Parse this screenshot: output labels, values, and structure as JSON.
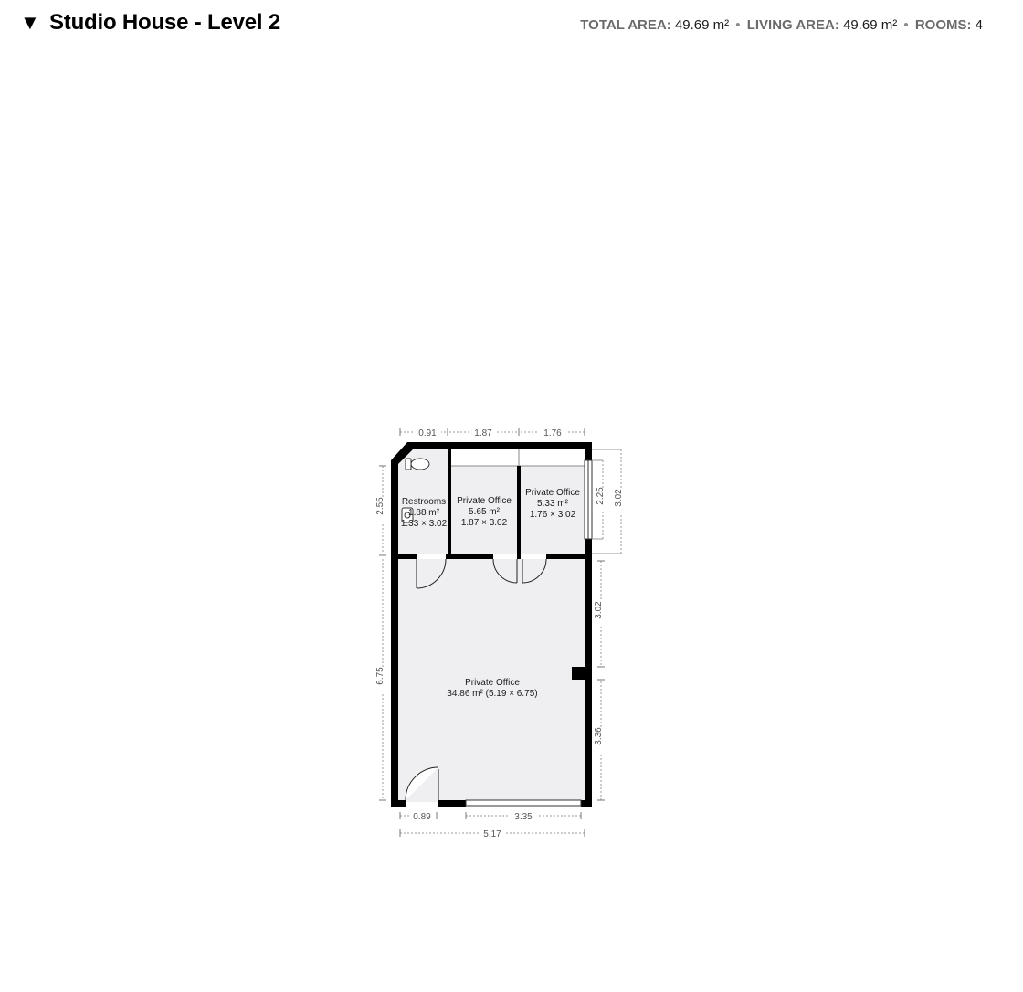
{
  "header": {
    "toggle_icon": "triangle-down-icon",
    "toggle_glyph": "▼",
    "title": "Studio House - Level 2",
    "stats": {
      "total_area_label": "TOTAL AREA:",
      "total_area_value": "49.69 m²",
      "living_area_label": "LIVING AREA:",
      "living_area_value": "49.69 m²",
      "rooms_label": "ROOMS:",
      "rooms_value": "4",
      "separator": "•"
    }
  },
  "rooms": {
    "restrooms": {
      "name": "Restrooms",
      "area": "1.88 m²",
      "size": "1.33 × 3.02"
    },
    "office_a": {
      "name": "Private Office",
      "area": "5.65 m²",
      "size": "1.87 × 3.02"
    },
    "office_b": {
      "name": "Private Office",
      "area": "5.33 m²",
      "size": "1.76 × 3.02"
    },
    "office_main": {
      "name": "Private Office",
      "area_size": "34.86 m² (5.19 × 6.75)"
    }
  },
  "dimensions": {
    "top_1": "0.91",
    "top_2": "1.87",
    "top_3": "1.76",
    "left_upper": "2.55",
    "left_lower": "6.75",
    "right_window": "2.25",
    "right_upper": "3.02",
    "right_mid": "3.02",
    "right_lower": "3.36",
    "bottom_door": "0.89",
    "bottom_window": "3.35",
    "bottom_total": "5.17"
  },
  "colors": {
    "wall": "#000000",
    "floor": "#efeff1",
    "dimension": "#9a9a9a"
  }
}
